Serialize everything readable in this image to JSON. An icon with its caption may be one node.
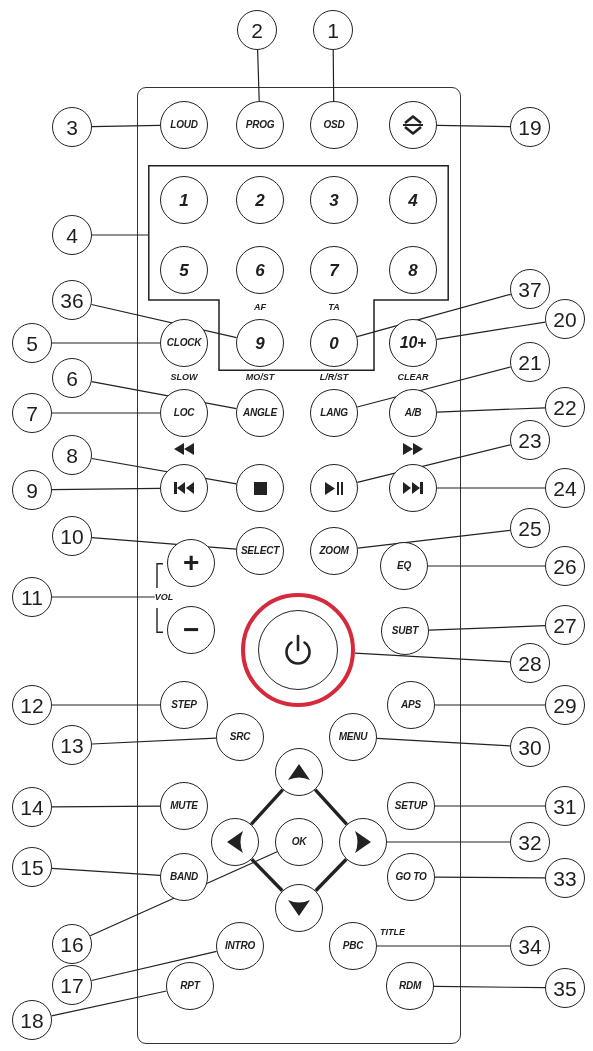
{
  "diagram": {
    "nodes": [
      {
        "text": [
          "2"
        ]
      },
      {
        "text": [
          "1"
        ]
      },
      {
        "text": [
          "3"
        ]
      },
      {
        "text": [
          "LOUD"
        ]
      },
      {
        "text": [
          "PROG"
        ]
      },
      {
        "text": [
          "OSD"
        ]
      },
      {
        "text": [],
        "shape": "circle"
      },
      {
        "text": [
          "19"
        ]
      },
      {
        "text": [
          "4"
        ]
      },
      {
        "text": [],
        "shape": "box"
      },
      {
        "text": [
          "1"
        ],
        "in": 9
      },
      {
        "text": [
          "2"
        ],
        "in": 9
      },
      {
        "text": [
          "3"
        ],
        "in": 9
      },
      {
        "text": [
          "4"
        ],
        "in": 9
      },
      {
        "text": [
          "5"
        ],
        "in": 9
      },
      {
        "text": [
          "6"
        ],
        "in": 9
      },
      {
        "text": [
          "7"
        ],
        "in": 9
      },
      {
        "text": [
          "8"
        ],
        "in": 9
      },
      {
        "text": [
          "36"
        ]
      },
      {
        "text": [
          "37"
        ]
      },
      {
        "text": [
          "5"
        ]
      },
      {
        "text": [
          "CLOCK"
        ]
      },
      {
        "text": [
          "9"
        ],
        "beside": [
          "AF"
        ],
        "in": 9
      },
      {
        "text": [
          "0"
        ],
        "beside": [
          "TA"
        ],
        "in": 9
      },
      {
        "text": [
          "10+"
        ]
      },
      {
        "text": [
          "20"
        ]
      },
      {
        "text": [
          "6"
        ]
      },
      {
        "text": [
          "21"
        ]
      },
      {
        "text": [
          "7"
        ]
      },
      {
        "text": [
          "LOC"
        ],
        "beside": [
          "SLOW"
        ]
      },
      {
        "text": [
          "ANGLE"
        ],
        "beside": [
          "MO/ST"
        ]
      },
      {
        "text": [
          "LANG"
        ],
        "beside": [
          "L/R/ST"
        ]
      },
      {
        "text": [
          "A/B"
        ],
        "beside": [
          "CLEAR"
        ]
      },
      {
        "text": [
          "22"
        ]
      },
      {
        "text": [
          "8"
        ]
      },
      {
        "text": [
          "23"
        ]
      },
      {
        "text": [
          "9"
        ]
      },
      {
        "text": [],
        "shape": "circle"
      },
      {
        "text": [],
        "shape": "circle"
      },
      {
        "text": [],
        "shape": "circle"
      },
      {
        "text": [],
        "shape": "circle"
      },
      {
        "text": [
          "24"
        ]
      },
      {
        "text": [
          "10"
        ]
      },
      {
        "text": [
          "25"
        ]
      },
      {
        "text": [
          "+"
        ]
      },
      {
        "text": [
          "SELECT"
        ]
      },
      {
        "text": [
          "ZOOM"
        ]
      },
      {
        "text": [
          "EQ"
        ]
      },
      {
        "text": [
          "26"
        ]
      },
      {
        "text": [
          "11"
        ]
      },
      {
        "text": [
          "VOL"
        ]
      },
      {
        "text": [
          "−"
        ]
      },
      {
        "text": [
          "SUBT"
        ]
      },
      {
        "text": [
          "27"
        ]
      },
      {
        "text": [],
        "shape": "circle"
      },
      {
        "text": [
          "28"
        ]
      },
      {
        "text": [
          "12"
        ]
      },
      {
        "text": [
          "STEP"
        ]
      },
      {
        "text": [
          "APS"
        ]
      },
      {
        "text": [
          "29"
        ]
      },
      {
        "text": [
          "13"
        ]
      },
      {
        "text": [
          "SRC"
        ]
      },
      {
        "text": [
          "MENU"
        ]
      },
      {
        "text": [
          "30"
        ]
      },
      {
        "text": [],
        "shape": "circle"
      },
      {
        "text": [
          "14"
        ]
      },
      {
        "text": [
          "MUTE"
        ]
      },
      {
        "text": [
          "SETUP"
        ]
      },
      {
        "text": [
          "31"
        ]
      },
      {
        "text": [],
        "shape": "circle"
      },
      {
        "text": [
          "OK"
        ]
      },
      {
        "text": [],
        "shape": "circle"
      },
      {
        "text": [
          "32"
        ]
      },
      {
        "text": [
          "15"
        ]
      },
      {
        "text": [
          "BAND"
        ]
      },
      {
        "text": [
          "GO TO"
        ]
      },
      {
        "text": [
          "33"
        ]
      },
      {
        "text": [],
        "shape": "circle"
      },
      {
        "text": [
          "16"
        ]
      },
      {
        "text": [
          "17"
        ]
      },
      {
        "text": [
          "INTRO"
        ]
      },
      {
        "text": [
          "PBC"
        ],
        "beside": [
          "TITLE"
        ]
      },
      {
        "text": [
          "34"
        ]
      },
      {
        "text": [
          "18"
        ]
      },
      {
        "text": [
          "RPT"
        ]
      },
      {
        "text": [
          "RDM"
        ]
      },
      {
        "text": [
          "35"
        ]
      }
    ],
    "edges": [
      {
        "from": 0,
        "to": 4,
        "arrow": "none"
      },
      {
        "from": 1,
        "to": 5,
        "arrow": "none"
      },
      {
        "from": 2,
        "to": 3,
        "arrow": "none"
      },
      {
        "from": 7,
        "to": 6,
        "arrow": "none"
      },
      {
        "from": 8,
        "to": 9,
        "arrow": "none"
      },
      {
        "from": 18,
        "to": 22,
        "arrow": "none"
      },
      {
        "from": 19,
        "to": 23,
        "arrow": "none"
      },
      {
        "from": 20,
        "to": 21,
        "arrow": "none"
      },
      {
        "from": 25,
        "to": 24,
        "arrow": "none"
      },
      {
        "from": 26,
        "to": 30,
        "arrow": "none"
      },
      {
        "from": 27,
        "to": 31,
        "arrow": "none"
      },
      {
        "from": 28,
        "to": 29,
        "arrow": "none"
      },
      {
        "from": 33,
        "to": 32,
        "arrow": "none"
      },
      {
        "from": 34,
        "to": 38,
        "arrow": "none"
      },
      {
        "from": 35,
        "to": 39,
        "arrow": "none"
      },
      {
        "from": 36,
        "to": 37,
        "arrow": "none"
      },
      {
        "from": 41,
        "to": 40,
        "arrow": "none"
      },
      {
        "from": 42,
        "to": 45,
        "arrow": "none"
      },
      {
        "from": 43,
        "to": 46,
        "arrow": "none"
      },
      {
        "from": 48,
        "to": 47,
        "arrow": "none"
      },
      {
        "from": 49,
        "to": 50,
        "arrow": "none"
      },
      {
        "from": 53,
        "to": 52,
        "arrow": "none"
      },
      {
        "from": 55,
        "to": 54,
        "arrow": "none"
      },
      {
        "from": 56,
        "to": 57,
        "arrow": "none"
      },
      {
        "from": 59,
        "to": 58,
        "arrow": "none"
      },
      {
        "from": 60,
        "to": 61,
        "arrow": "none"
      },
      {
        "from": 63,
        "to": 62,
        "arrow": "none"
      },
      {
        "from": 64,
        "to": 69,
        "arrow": "none",
        "style": "thick"
      },
      {
        "from": 64,
        "to": 71,
        "arrow": "none",
        "style": "thick"
      },
      {
        "from": 65,
        "to": 66,
        "arrow": "none"
      },
      {
        "from": 68,
        "to": 67,
        "arrow": "none"
      },
      {
        "from": 69,
        "to": 77,
        "arrow": "none",
        "style": "thick"
      },
      {
        "from": 71,
        "to": 77,
        "arrow": "none",
        "style": "thick"
      },
      {
        "from": 72,
        "to": 71,
        "arrow": "none"
      },
      {
        "from": 73,
        "to": 74,
        "arrow": "none"
      },
      {
        "from": 76,
        "to": 75,
        "arrow": "none"
      },
      {
        "from": 78,
        "to": 70,
        "arrow": "none"
      },
      {
        "from": 79,
        "to": 80,
        "arrow": "none"
      },
      {
        "from": 82,
        "to": 81,
        "arrow": "none"
      },
      {
        "from": 83,
        "to": 84,
        "arrow": "none"
      },
      {
        "from": 86,
        "to": 85,
        "arrow": "none"
      }
    ]
  }
}
